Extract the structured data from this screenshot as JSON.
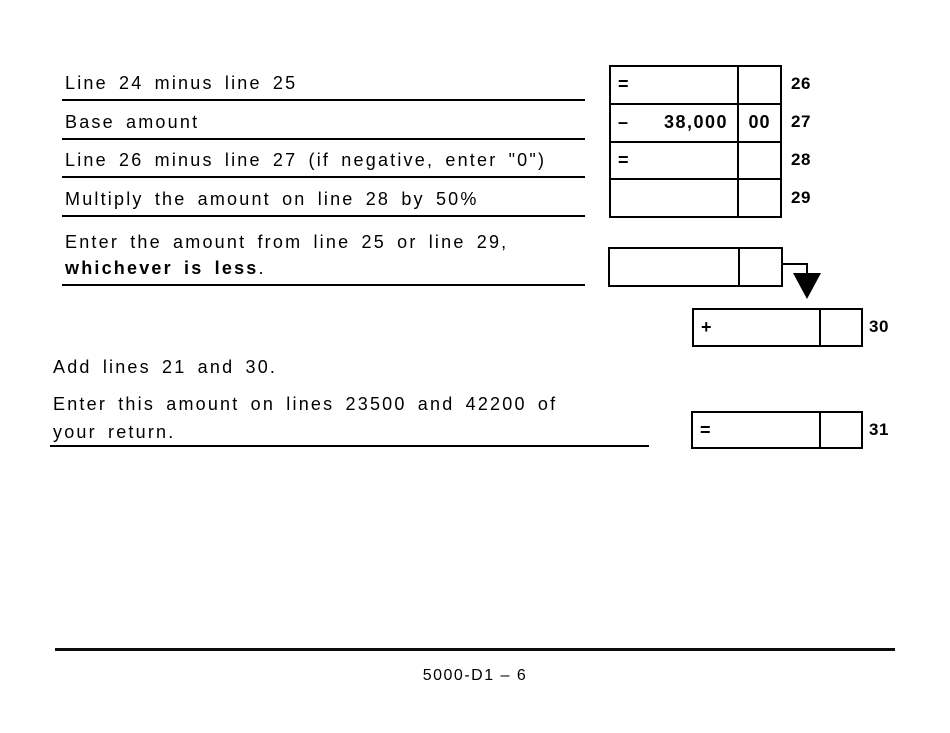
{
  "page": {
    "rows": [
      {
        "label": "Line 24 minus line 25",
        "operator": "=",
        "amount": "",
        "cents": "",
        "line_no": "26"
      },
      {
        "label": "Base amount",
        "operator": "–",
        "amount": "38,000",
        "cents": "00",
        "line_no": "27"
      },
      {
        "label": "Line 26 minus line 27 (if negative, enter \"0\")",
        "operator": "=",
        "amount": "",
        "cents": "",
        "line_no": "28"
      },
      {
        "label": "Multiply the amount on line 28 by 50%",
        "operator": "",
        "amount": "",
        "cents": "",
        "line_no": "29"
      }
    ],
    "lesser": {
      "label_line1": "Enter the amount from line 25 or line 29,",
      "label_bold": "whichever is less",
      "label_after": ".",
      "operator": "",
      "amount": "",
      "cents": ""
    },
    "line30": {
      "operator": "+",
      "amount": "",
      "cents": "",
      "line_no": "30"
    },
    "add_paragraph": "Add lines 21 and 30.",
    "enter_paragraph_line1": "Enter this amount on lines 23500 and 42200 of",
    "enter_paragraph_line2": "your return.",
    "line31": {
      "operator": "=",
      "amount": "",
      "cents": "",
      "line_no": "31"
    },
    "footer": {
      "page_label": "5000-D1 – 6"
    },
    "colors": {
      "ink": "#000000",
      "paper": "#ffffff"
    }
  }
}
